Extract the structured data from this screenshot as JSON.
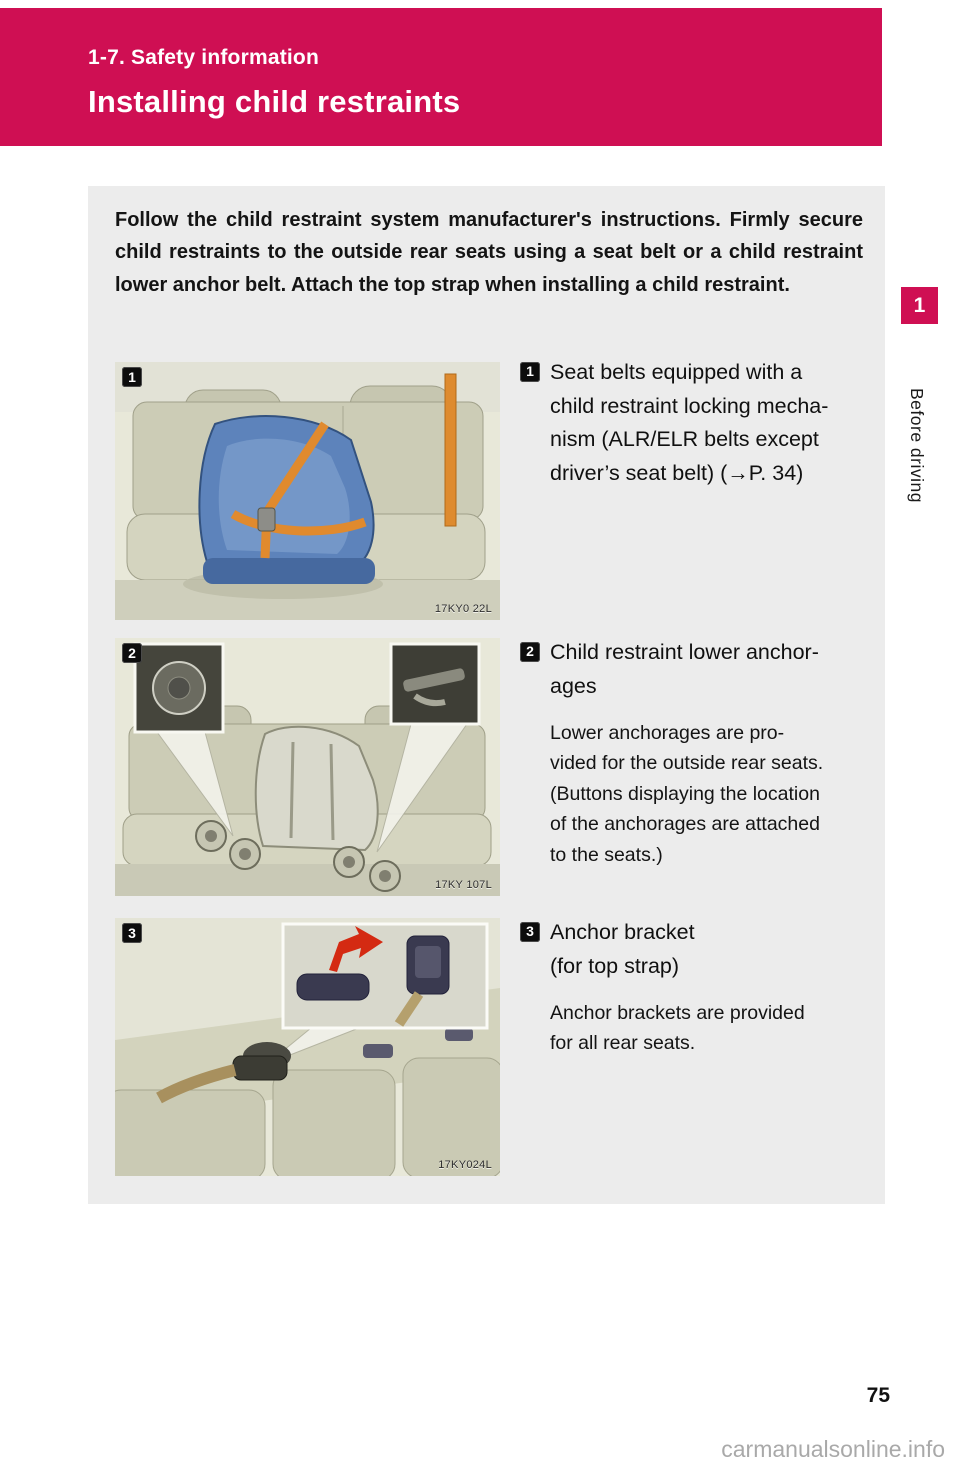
{
  "page": {
    "section_label": "1-7. Safety information",
    "title": "Installing child restraints",
    "page_number": "75",
    "watermark": "carmanualsonline.info"
  },
  "sidebar": {
    "chapter_number": "1",
    "tab_label": "Before driving"
  },
  "intro": {
    "text": "Follow the child restraint system manufacturer's instructions. Firmly secure child restraints to the outside rear seats using a seat belt or a child restraint lower anchor belt. Attach the top strap when installing a child restraint."
  },
  "items": [
    {
      "marker": "1",
      "image_caption": "17KY0 22L",
      "heading": "Seat belts equipped with a\nchild restraint locking mecha-\nnism (ALR/ELR belts except\ndriver’s seat belt) (→P. 34)",
      "body": ""
    },
    {
      "marker": "2",
      "image_caption": "17KY 107L",
      "heading": "Child restraint lower anchor-\nages",
      "body": "Lower anchorages are pro-\nvided for the outside rear seats.\n(Buttons displaying the location\nof the anchorages are attached\nto the seats.)"
    },
    {
      "marker": "3",
      "image_caption": "17KY024L",
      "heading": "Anchor bracket\n(for top strap)",
      "body": "Anchor brackets are provided\nfor all rear seats."
    }
  ],
  "colors": {
    "accent_crimson": "#cf0f53",
    "content_box_gray": "#ececec",
    "figure_beige": "#e8e8d9"
  }
}
